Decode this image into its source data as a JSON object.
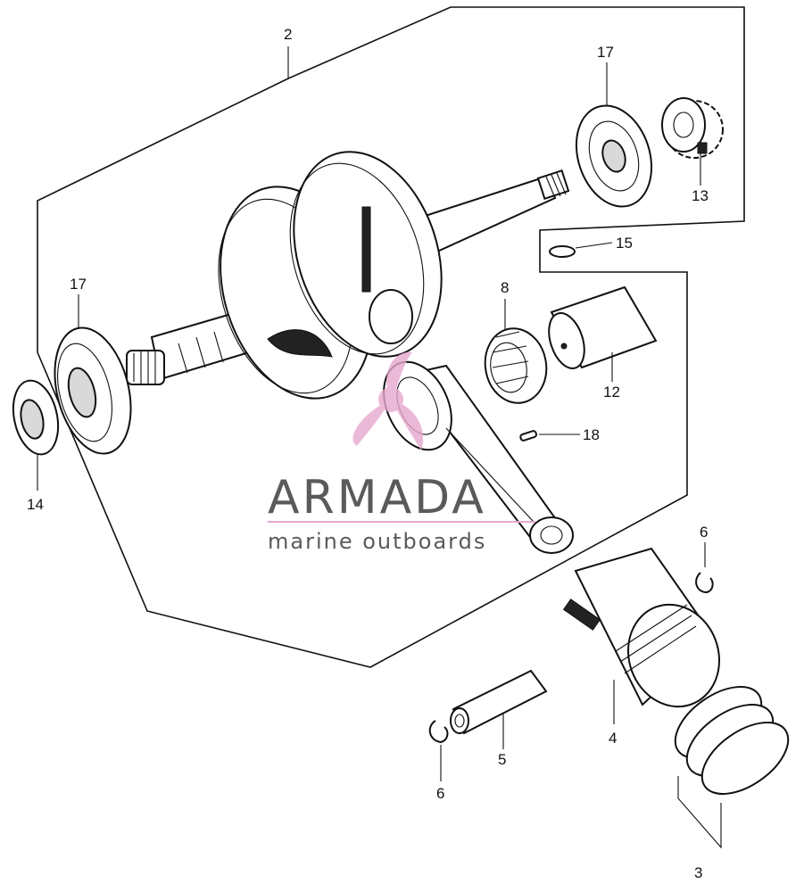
{
  "labels": {
    "crankshaft_assembly": "2",
    "piston_rings": "3",
    "piston": "4",
    "piston_pin": "5",
    "pin_clip_right": "6",
    "pin_clip_left": "6",
    "needle_bearing": "8",
    "crank_pin": "12",
    "drive_sprocket": "13",
    "crankshaft_oil_seal": "14",
    "woodruff_key": "15",
    "bearing_right": "17",
    "bearing_left": "17",
    "pin": "18"
  },
  "watermark": {
    "brand": "ARMADA",
    "tagline": "marine outboards",
    "accent_color": "#e7a8cf",
    "text_color": "#5a5a5a"
  }
}
